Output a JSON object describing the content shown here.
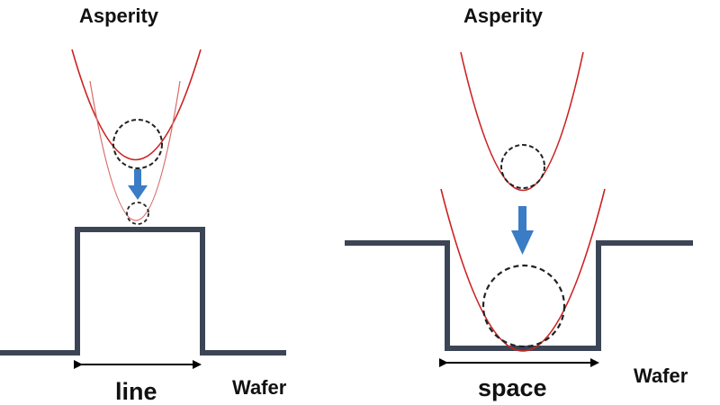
{
  "labels": {
    "left_top": "Asperity",
    "right_top": "Asperity",
    "left_width": "line",
    "right_width": "space",
    "left_wafer": "Wafer",
    "right_wafer": "Wafer"
  },
  "colors": {
    "wafer": "#3b4555",
    "asperity_curve": "#cc2222",
    "asperity_curve_light": "#d96b6b",
    "arrow_blue": "#3a7cc6",
    "dashed_circle": "#222222",
    "dimension_arrow": "#000000"
  },
  "icons": {
    "down_arrow": "down-arrow-icon",
    "double_arrow": "double-arrow-icon"
  }
}
